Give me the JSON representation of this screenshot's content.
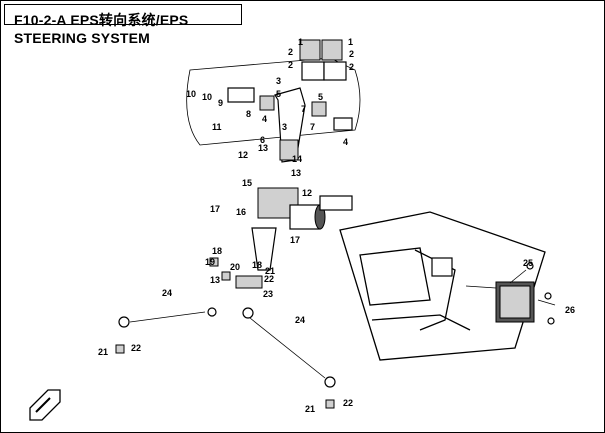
{
  "title": "F10-2-A EPS转向系统/EPS STEERING SYSTEM",
  "callouts": [
    "1",
    "2",
    "3",
    "4",
    "5",
    "6",
    "7",
    "8",
    "9",
    "10",
    "11",
    "12",
    "13",
    "14",
    "15",
    "16",
    "17",
    "18",
    "19",
    "20",
    "21",
    "22",
    "23",
    "24",
    "25",
    "26"
  ],
  "icons": {
    "corner_mark": "direction-arrow-icon"
  }
}
